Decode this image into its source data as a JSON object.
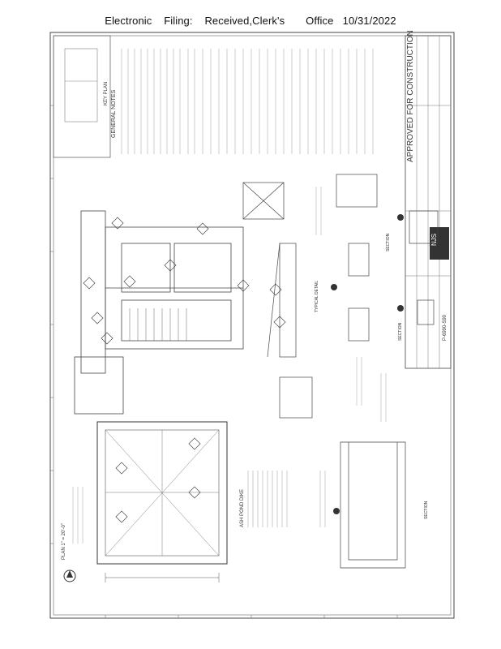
{
  "header": {
    "stamp_text": "Electronic    Filing:    Received,Clerk's       Office   10/31/2022"
  },
  "drawing": {
    "approval_stamp": "APPROVED FOR CONSTRUCTION",
    "plan_title": "KEY PLAN",
    "notes_title": "GENERAL NOTES",
    "section_labels": [
      "SECTION",
      "SECTION",
      "SECTION"
    ],
    "detail_label": "TYPICAL DETAIL",
    "pond_label": "ASH POND DIKE",
    "scale_label": "PLAN 1\" = 20'-0\"",
    "logo_text": "NJS",
    "drawing_number": "P-6990-S90"
  },
  "colors": {
    "ink": "#3a3a3a",
    "paper": "#ffffff"
  }
}
